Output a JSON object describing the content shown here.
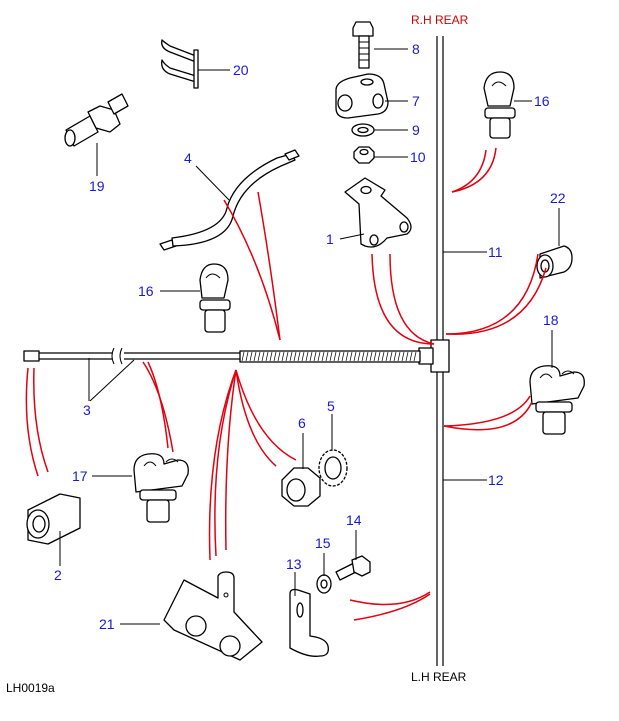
{
  "diagram": {
    "reference": "LH0019a",
    "end_labels": {
      "top": {
        "text": "R.H REAR",
        "color": "#d40000"
      },
      "bottom": {
        "text": "L.H REAR",
        "color": "#000000"
      }
    },
    "callout_color": "#1a1ad0",
    "leader_color": "#e3000f",
    "callouts": [
      {
        "num": "1",
        "part": "mounting-bracket"
      },
      {
        "num": "2",
        "part": "tube-nut"
      },
      {
        "num": "3",
        "part": "brake-pipe"
      },
      {
        "num": "4",
        "part": "flexible-hose"
      },
      {
        "num": "5",
        "part": "lock-washer"
      },
      {
        "num": "6",
        "part": "nut"
      },
      {
        "num": "7",
        "part": "three-way-union"
      },
      {
        "num": "8",
        "part": "bolt"
      },
      {
        "num": "9",
        "part": "washer"
      },
      {
        "num": "10",
        "part": "nut"
      },
      {
        "num": "11",
        "part": "rh-rear-pipe"
      },
      {
        "num": "12",
        "part": "lh-rear-pipe"
      },
      {
        "num": "13",
        "part": "p-clip"
      },
      {
        "num": "14",
        "part": "bolt"
      },
      {
        "num": "15",
        "part": "washer"
      },
      {
        "num": "16",
        "part": "single-pipe-clip"
      },
      {
        "num": "17",
        "part": "double-pipe-clip"
      },
      {
        "num": "18",
        "part": "double-pipe-clip"
      },
      {
        "num": "19",
        "part": "adaptor"
      },
      {
        "num": "20",
        "part": "spring-clip"
      },
      {
        "num": "21",
        "part": "bracket"
      },
      {
        "num": "22",
        "part": "sleeve"
      }
    ]
  }
}
